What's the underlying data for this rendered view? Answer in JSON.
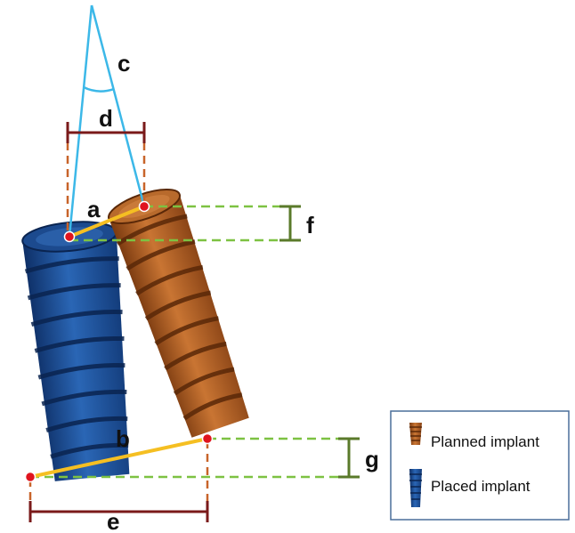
{
  "labels": {
    "a": "a",
    "b": "b",
    "c": "c",
    "d": "d",
    "e": "e",
    "f": "f",
    "g": "g"
  },
  "legend": {
    "planned": "Planned implant",
    "placed": "Placed implant"
  },
  "colors": {
    "planned_implant": "#b5652a",
    "placed_implant": "#1f4e93",
    "axis_line": "#3cb8e8",
    "deviation_line": "#f5bf22",
    "dimension_line": "#7a1a1a",
    "guide_dashed_green": "#7dc242",
    "guide_dashed_orange": "#c8642a",
    "bracket_green": "#5a7a2a",
    "points": "#e0141e",
    "legend_border": "#4a6e9a"
  }
}
